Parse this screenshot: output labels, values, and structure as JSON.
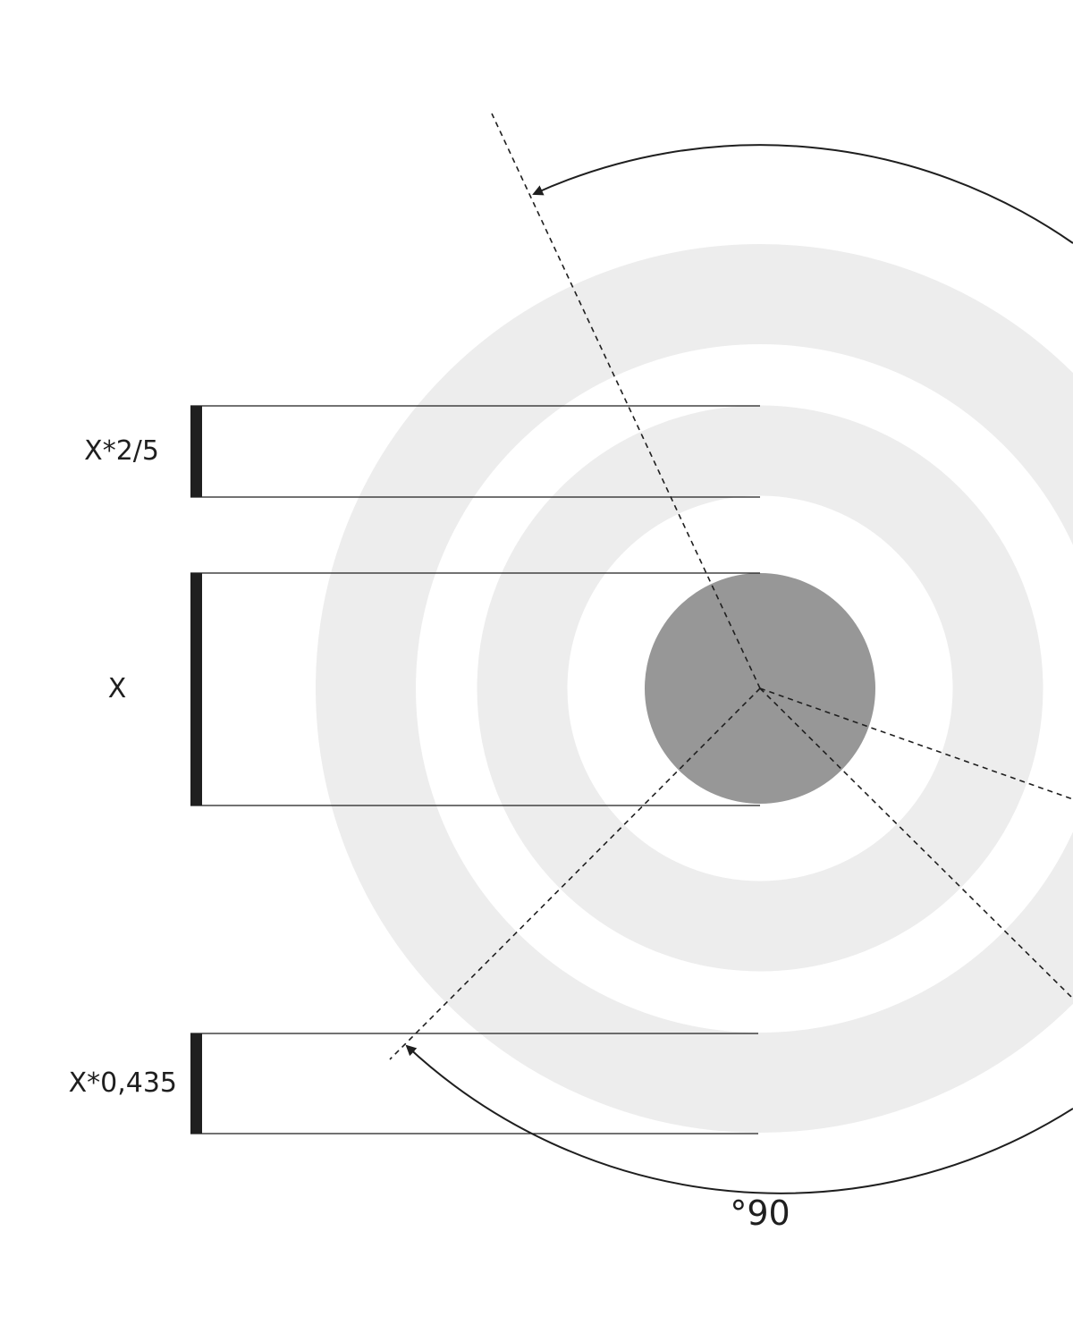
{
  "labels": {
    "top_band": "X*2/5",
    "middle_band": "X",
    "bottom_band": "X*0,435",
    "angle": "°90"
  },
  "colors": {
    "background": "#ffffff",
    "ring": "#ededed",
    "center_disc": "#979797",
    "ink": "#1f1f1f"
  }
}
